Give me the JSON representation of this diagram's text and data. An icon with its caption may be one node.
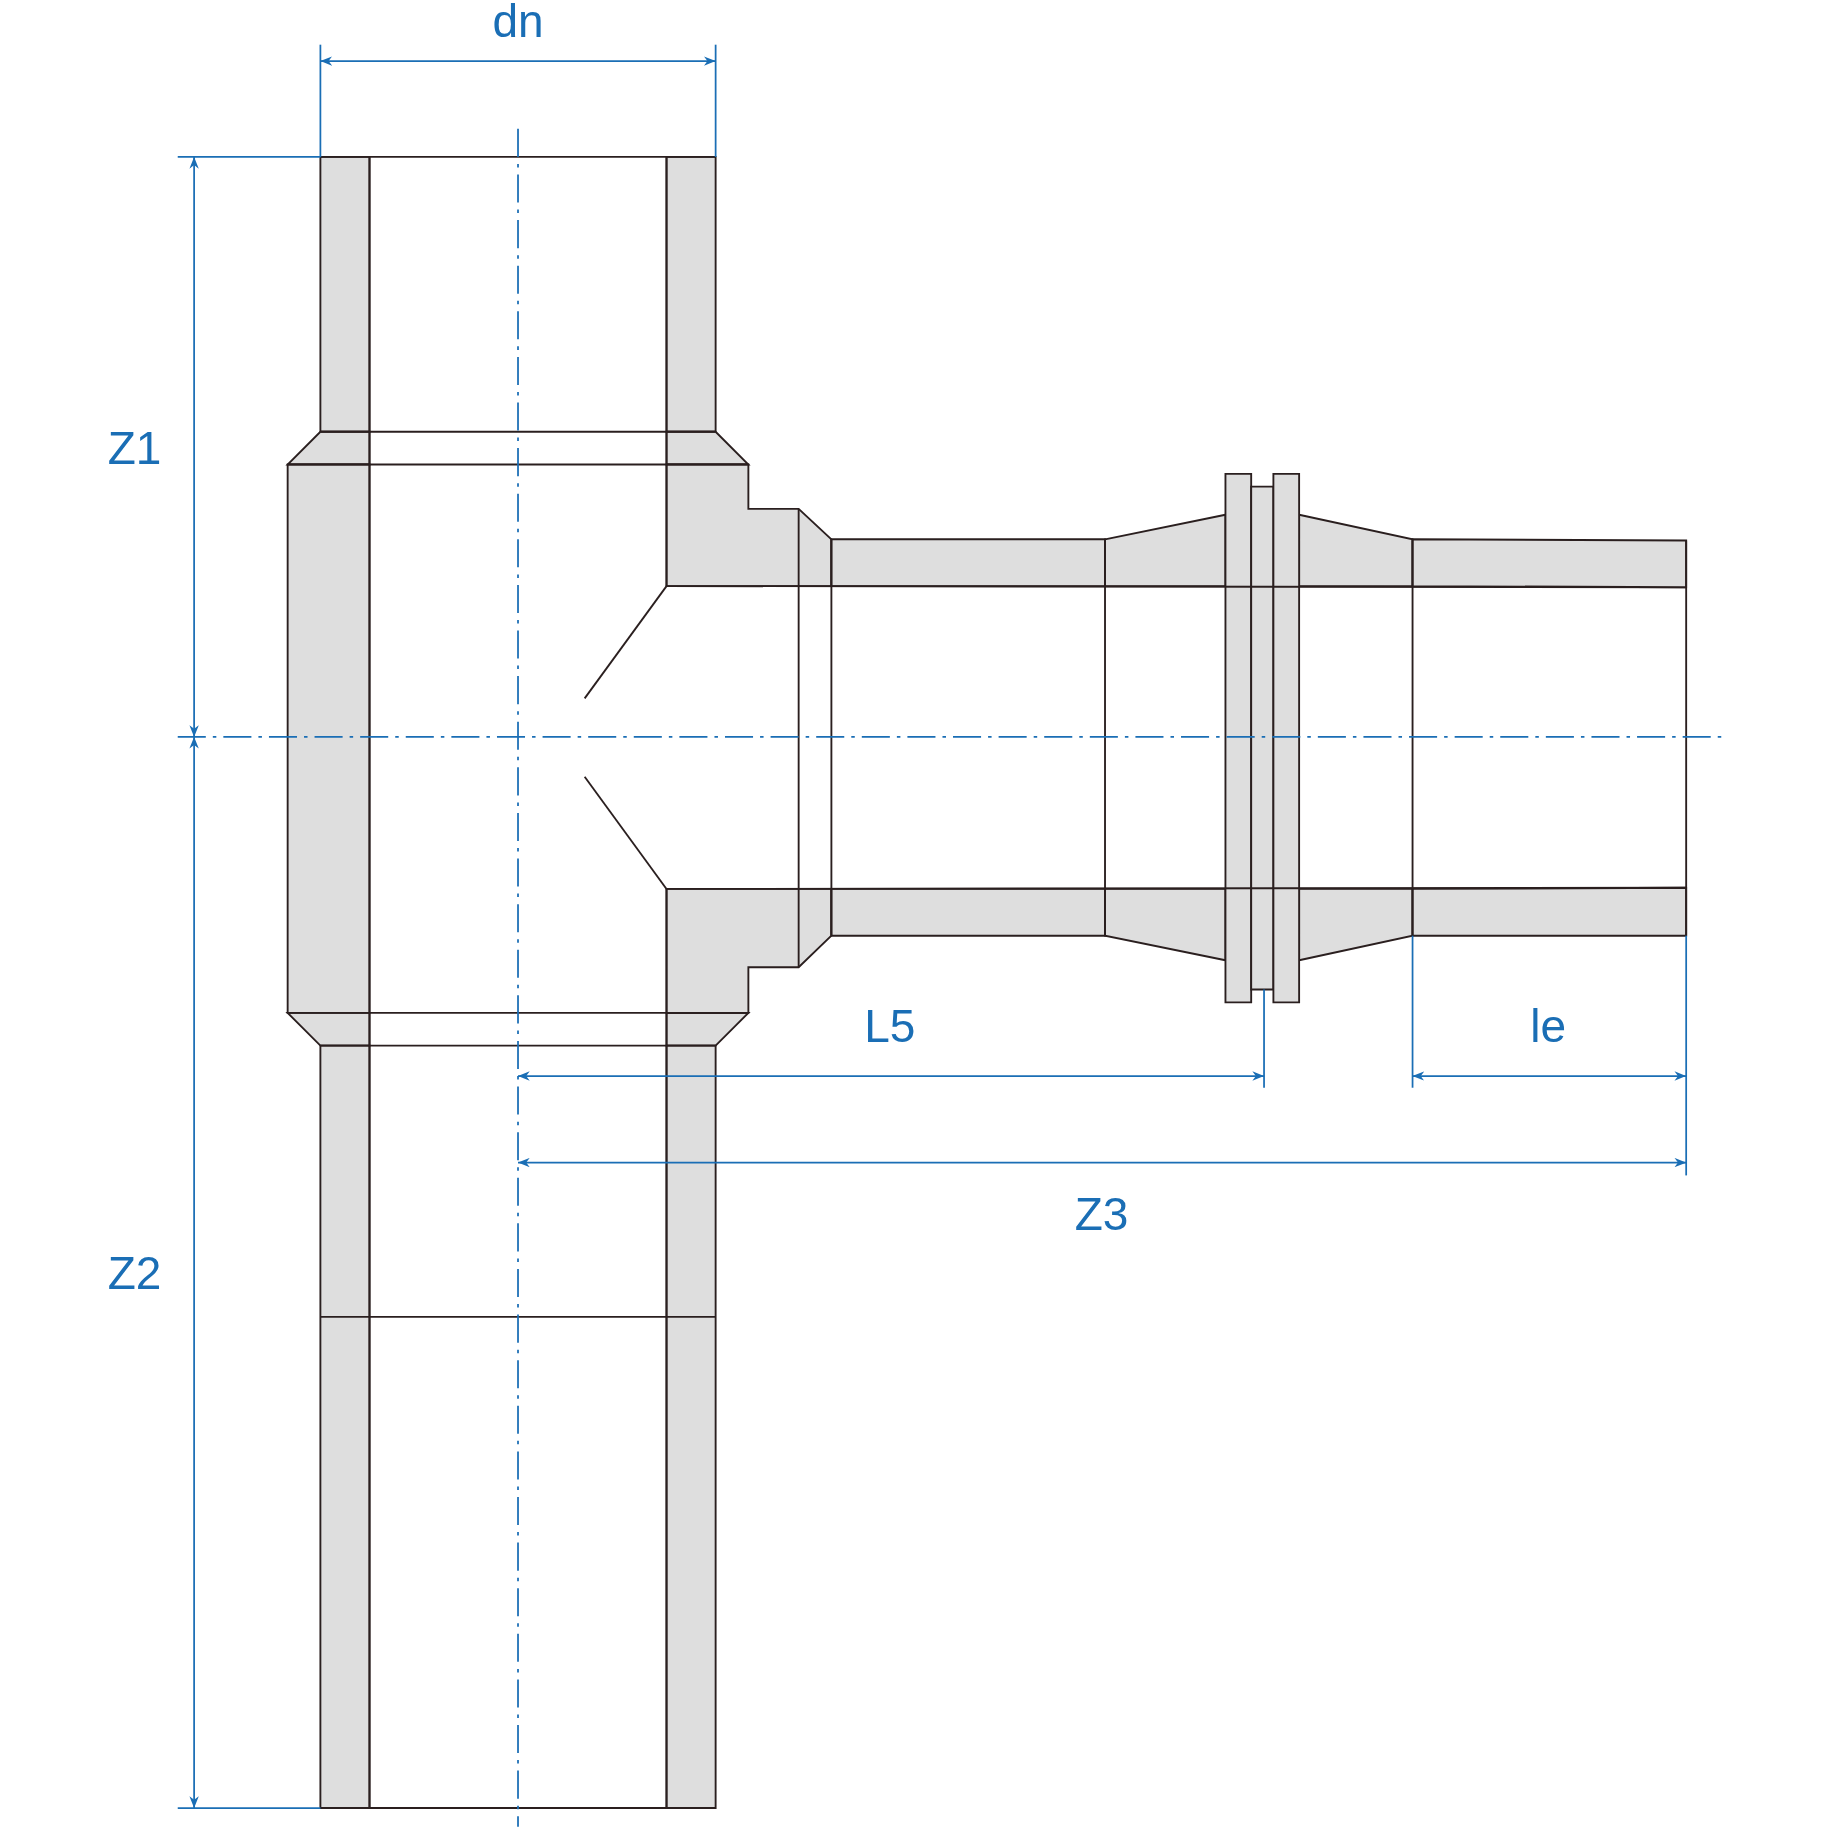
{
  "diagram": {
    "labels": [
      "dn",
      "Z1",
      "Z2",
      "L5",
      "le",
      "Z3"
    ]
  }
}
